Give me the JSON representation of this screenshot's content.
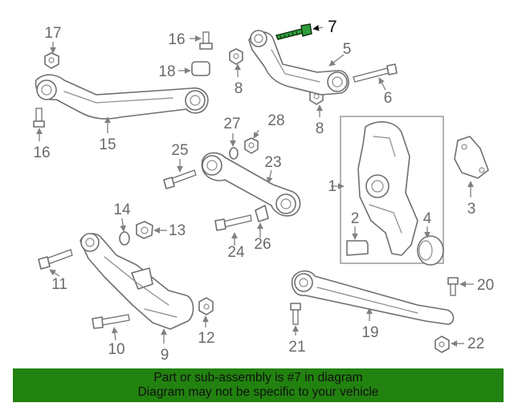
{
  "diagram": {
    "highlighted_part": "7",
    "callouts": [
      "1",
      "2",
      "3",
      "4",
      "5",
      "6",
      "7",
      "8",
      "8",
      "9",
      "10",
      "11",
      "12",
      "13",
      "14",
      "15",
      "16",
      "16",
      "17",
      "18",
      "19",
      "20",
      "21",
      "22",
      "23",
      "24",
      "25",
      "26",
      "27",
      "28"
    ]
  },
  "banner": {
    "line1": "Part or sub-assembly is #7 in diagram",
    "line2": "Diagram may not be specific to your vehicle"
  },
  "colors": {
    "banner_bg": "#22820f",
    "highlight_part": "#2f9e3c",
    "line_art": "#6f6f6f"
  }
}
